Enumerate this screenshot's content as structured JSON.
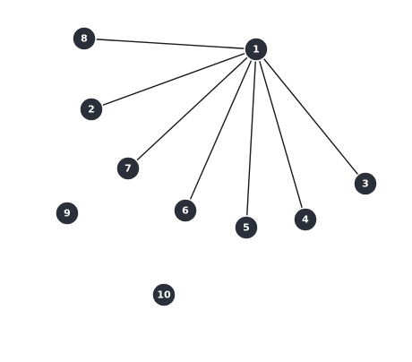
{
  "graph": {
    "nodes": [
      {
        "id": "1",
        "label": "1"
      },
      {
        "id": "2",
        "label": "2"
      },
      {
        "id": "3",
        "label": "3"
      },
      {
        "id": "4",
        "label": "4"
      },
      {
        "id": "5",
        "label": "5"
      },
      {
        "id": "6",
        "label": "6"
      },
      {
        "id": "7",
        "label": "7"
      },
      {
        "id": "8",
        "label": "8"
      },
      {
        "id": "9",
        "label": "9"
      },
      {
        "id": "10",
        "label": "10"
      }
    ],
    "edges": [
      {
        "from": "1",
        "to": "8"
      },
      {
        "from": "1",
        "to": "2"
      },
      {
        "from": "1",
        "to": "7"
      },
      {
        "from": "1",
        "to": "6"
      },
      {
        "from": "1",
        "to": "5"
      },
      {
        "from": "1",
        "to": "4"
      },
      {
        "from": "1",
        "to": "3"
      }
    ]
  },
  "colors": {
    "node_fill": "#2a2f3a",
    "edge": "#1a1a1a",
    "label": "#ffffff"
  }
}
